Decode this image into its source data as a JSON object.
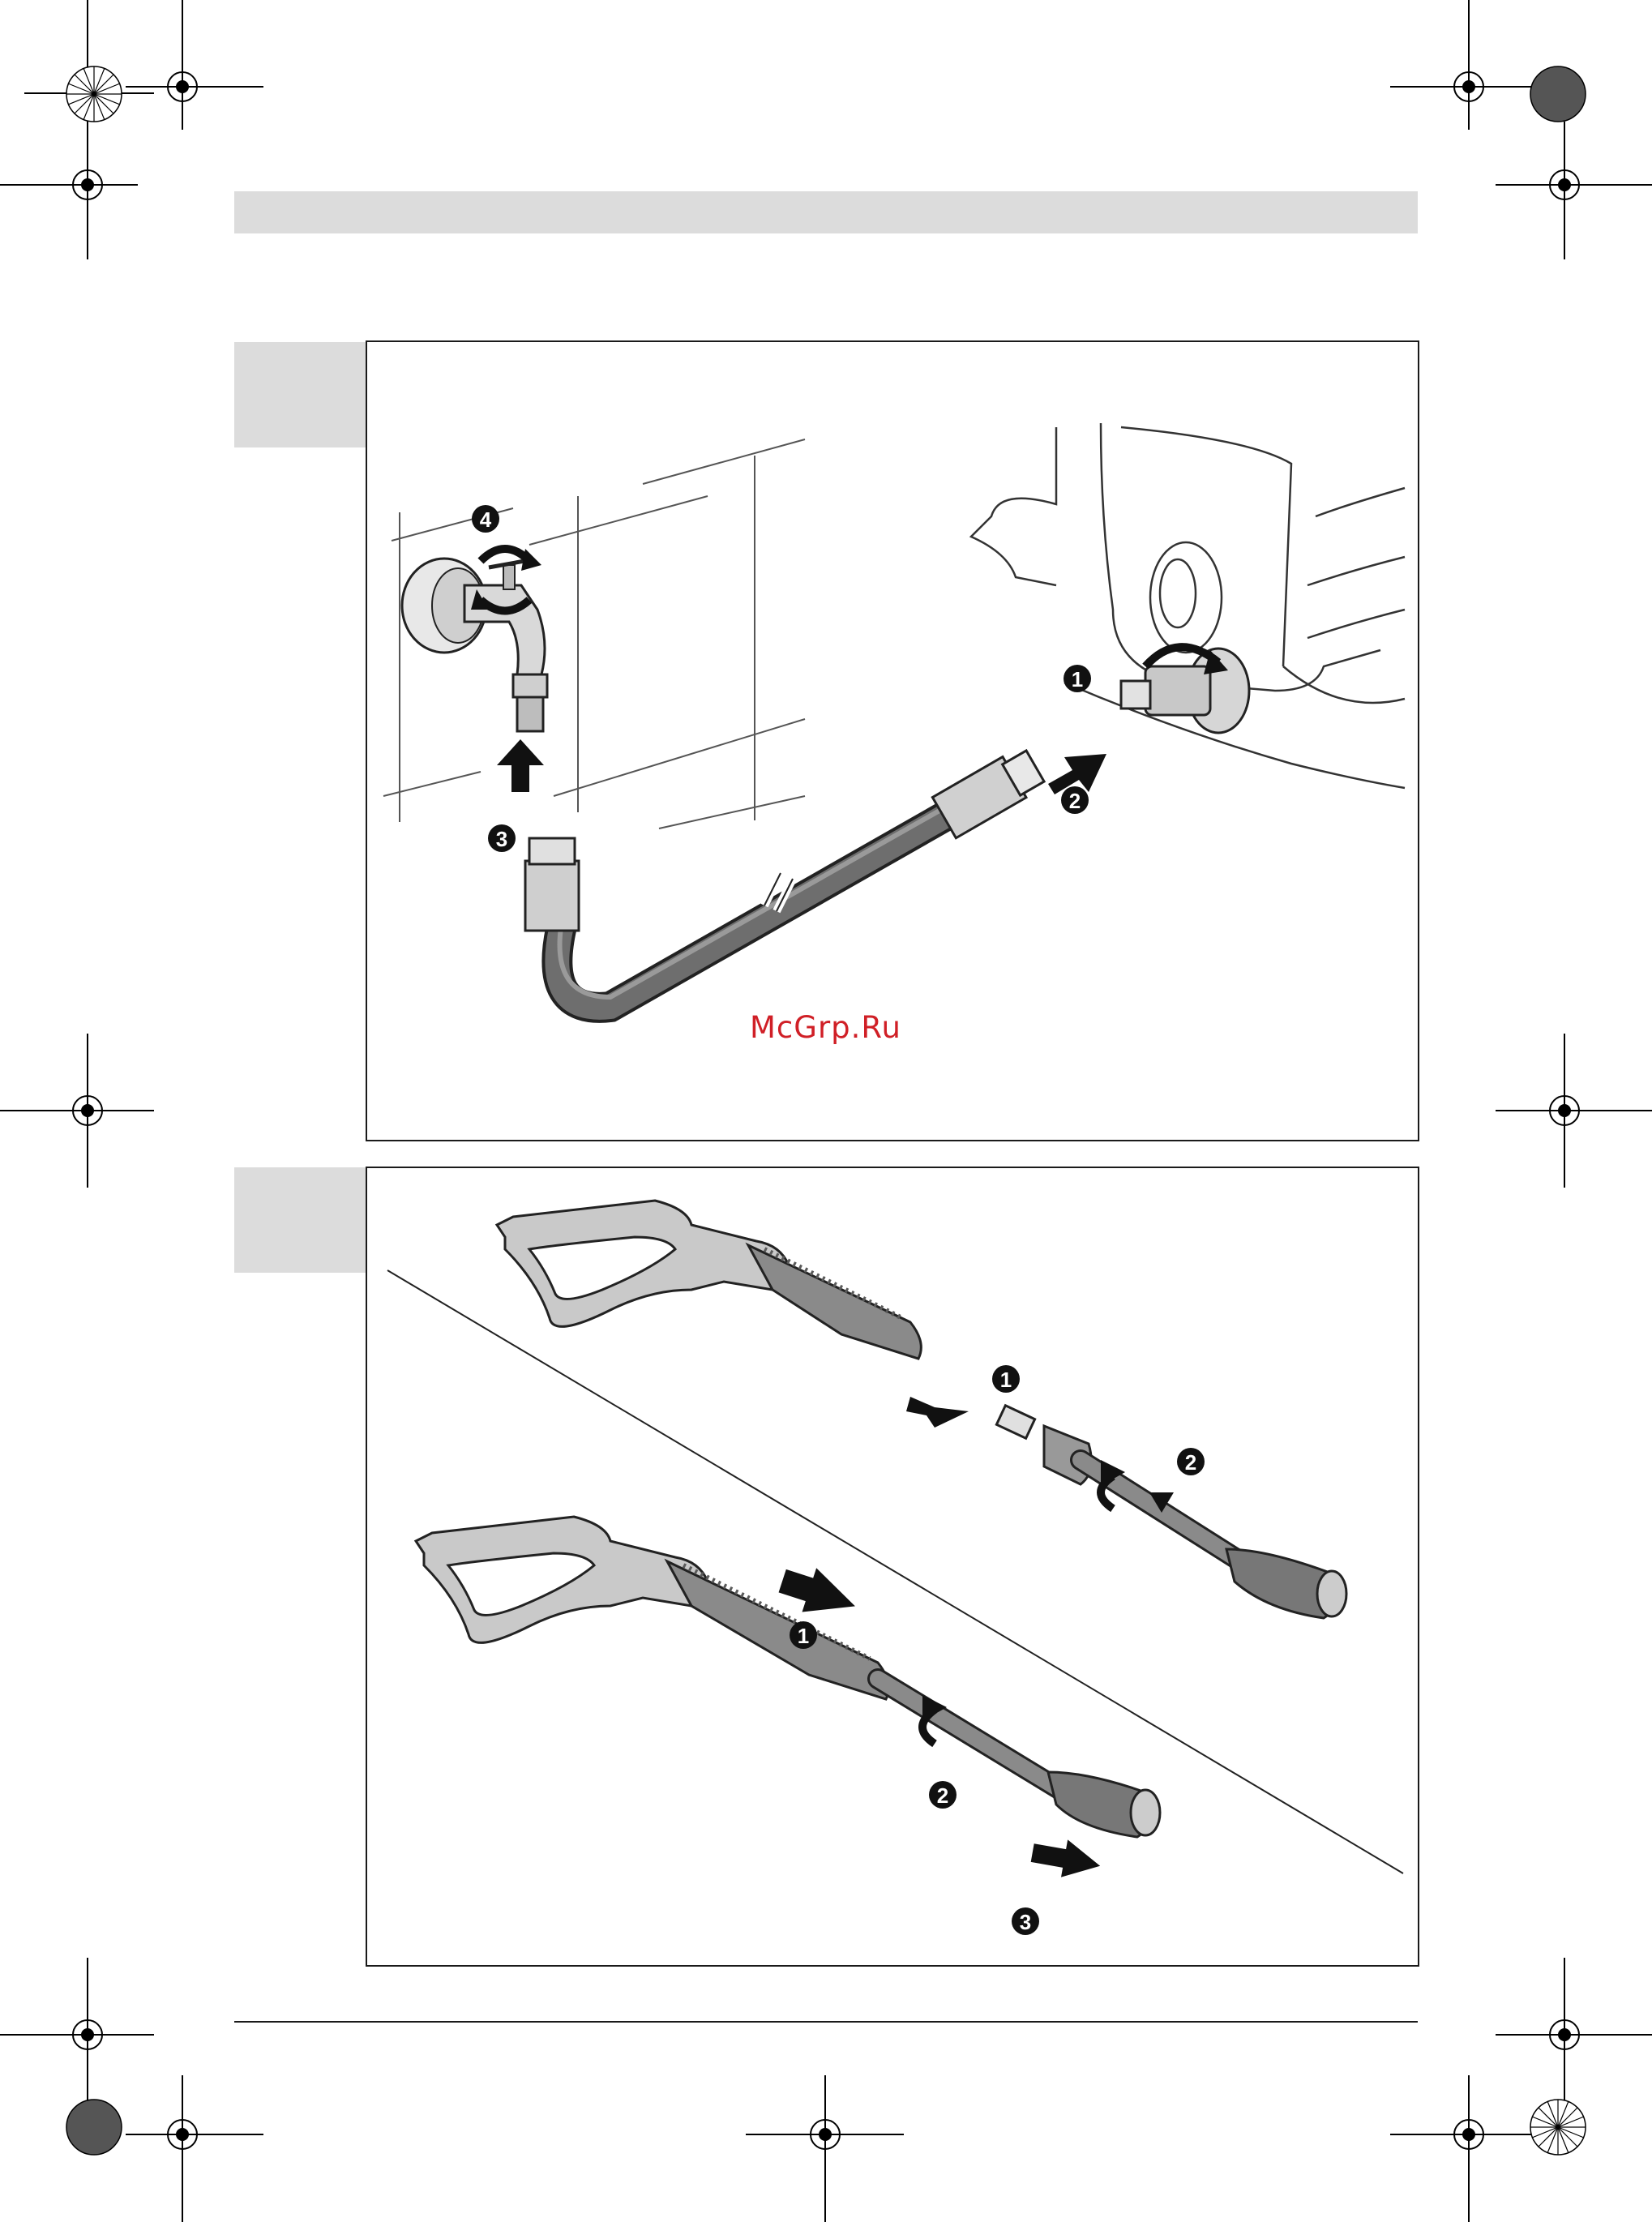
{
  "watermark": "McGrp.Ru",
  "colors": {
    "frame": "#1a1a1a",
    "gray_band": "#dcdcdc",
    "watermark": "#d01f26",
    "hose": "#6e6e6e"
  },
  "figure_1": {
    "step_markers": [
      "4",
      "3",
      "1",
      "2"
    ],
    "icons": [
      "water-tap-icon",
      "hose-icon",
      "pressure-washer-inlet-icon"
    ]
  },
  "figure_2": {
    "upper_step_markers": [
      "1",
      "2"
    ],
    "lower_step_markers": [
      "1",
      "2",
      "3"
    ],
    "icons": [
      "trigger-gun-icon",
      "spray-lance-icon"
    ]
  }
}
